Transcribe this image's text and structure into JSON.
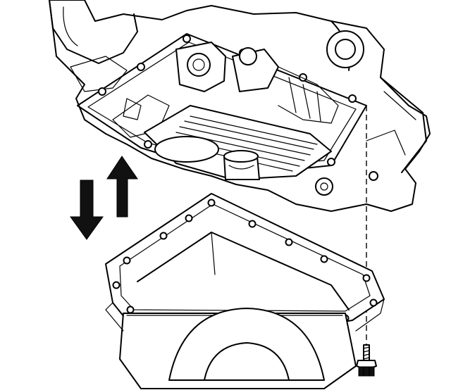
{
  "figure": {
    "style": "black line-art technical illustration",
    "colors": {
      "ink": "#000000",
      "background": "#ffffff"
    },
    "parts": [
      {
        "id": "transmission-case",
        "icon": "transmission-case-underside"
      },
      {
        "id": "oil-pan",
        "icon": "oil-pan"
      },
      {
        "id": "pan-gasket-surface",
        "icon": "gasket-flange"
      },
      {
        "id": "drain-bolt",
        "icon": "bolt"
      }
    ],
    "arrows": [
      {
        "id": "remove-arrow",
        "direction": "down",
        "icon": "arrow-down-icon"
      },
      {
        "id": "install-arrow",
        "direction": "up",
        "icon": "arrow-up-icon"
      }
    ]
  }
}
